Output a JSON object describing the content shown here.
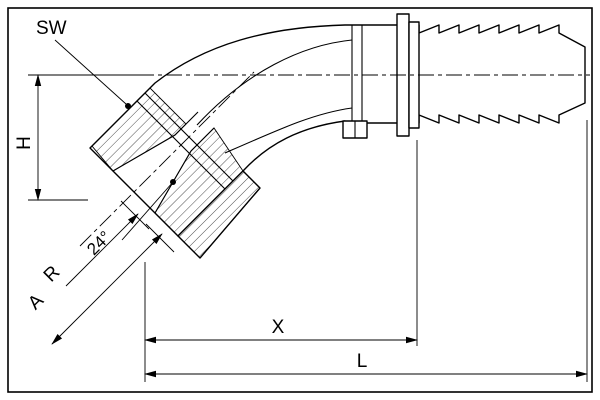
{
  "labels": {
    "sw": "SW",
    "height": "H",
    "cone_angle": "24°",
    "radius": "R",
    "a_dim": "A",
    "x_dim": "X",
    "l_dim": "L"
  }
}
